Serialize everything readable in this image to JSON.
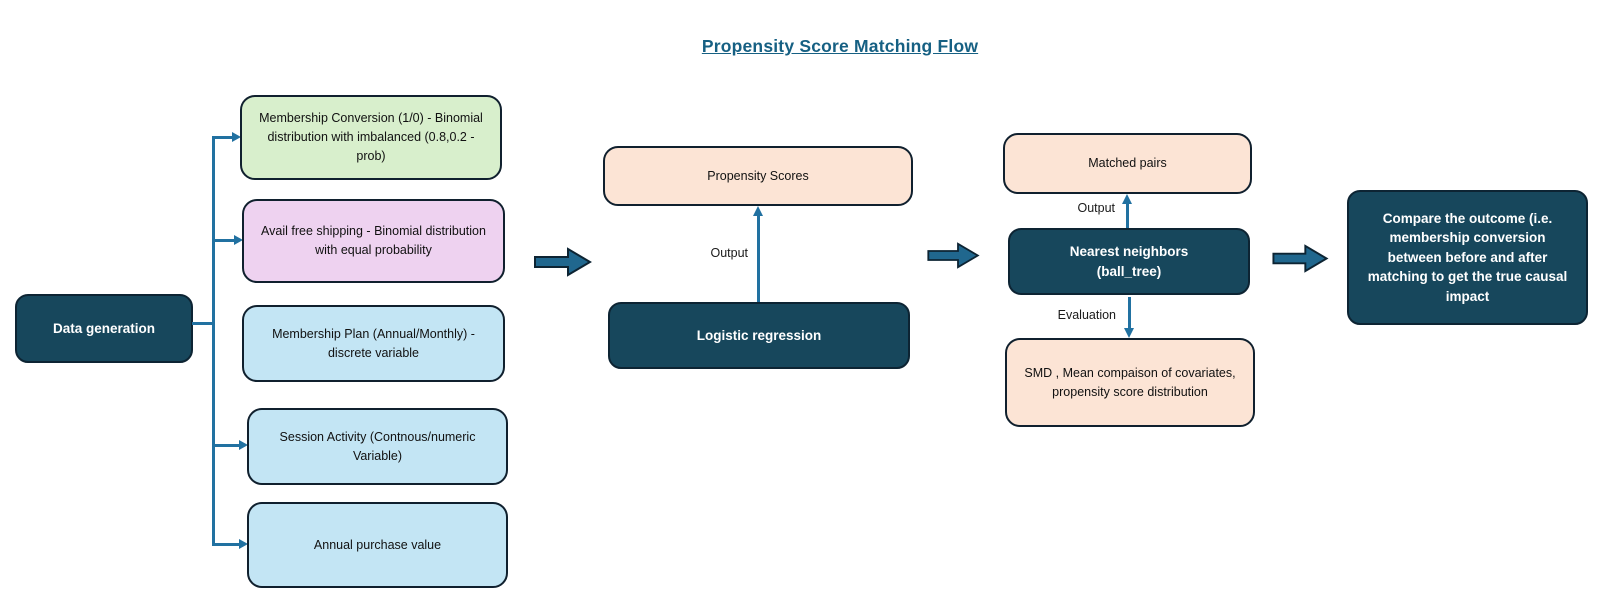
{
  "title": "Propensity Score Matching Flow",
  "colors": {
    "dark_teal": "#17475C",
    "light_green": "#D8EFCC",
    "light_purple": "#EED2F0",
    "light_blue": "#C3E5F4",
    "light_peach": "#FCE4D5",
    "connector_line": "#2171A1",
    "block_arrow_fill": "#20678E",
    "block_arrow_border": "#0D2433",
    "title_text": "#166083"
  },
  "diagram": {
    "source": {
      "label": "Data generation"
    },
    "variables": [
      {
        "label": "Membership Conversion  (1/0) - Binomial distribution with imbalanced (0.8,0.2 - prob)",
        "color": "green"
      },
      {
        "label": "Avail free shipping - Binomial distribution with equal probability",
        "color": "purple"
      },
      {
        "label": "Membership Plan (Annual/Monthly) - discrete variable",
        "color": "blue"
      },
      {
        "label": "Session Activity (Contnous/numeric Variable)",
        "color": "blue"
      },
      {
        "label": "Annual purchase value",
        "color": "blue"
      }
    ],
    "stage2": {
      "output_box": "Propensity Scores",
      "edge_label": "Output",
      "model_box": "Logistic regression"
    },
    "stage3": {
      "output_box": "Matched pairs",
      "edge_label_output": "Output",
      "model_line1": "Nearest neighbors",
      "model_line2": "(ball_tree)",
      "edge_label_evaluation": "Evaluation",
      "evaluation_box": "SMD , Mean compaison of covariates, propensity score distribution"
    },
    "stage4": {
      "label": "Compare the outcome (i.e. membership conversion between before and after matching to get the true causal impact"
    }
  }
}
